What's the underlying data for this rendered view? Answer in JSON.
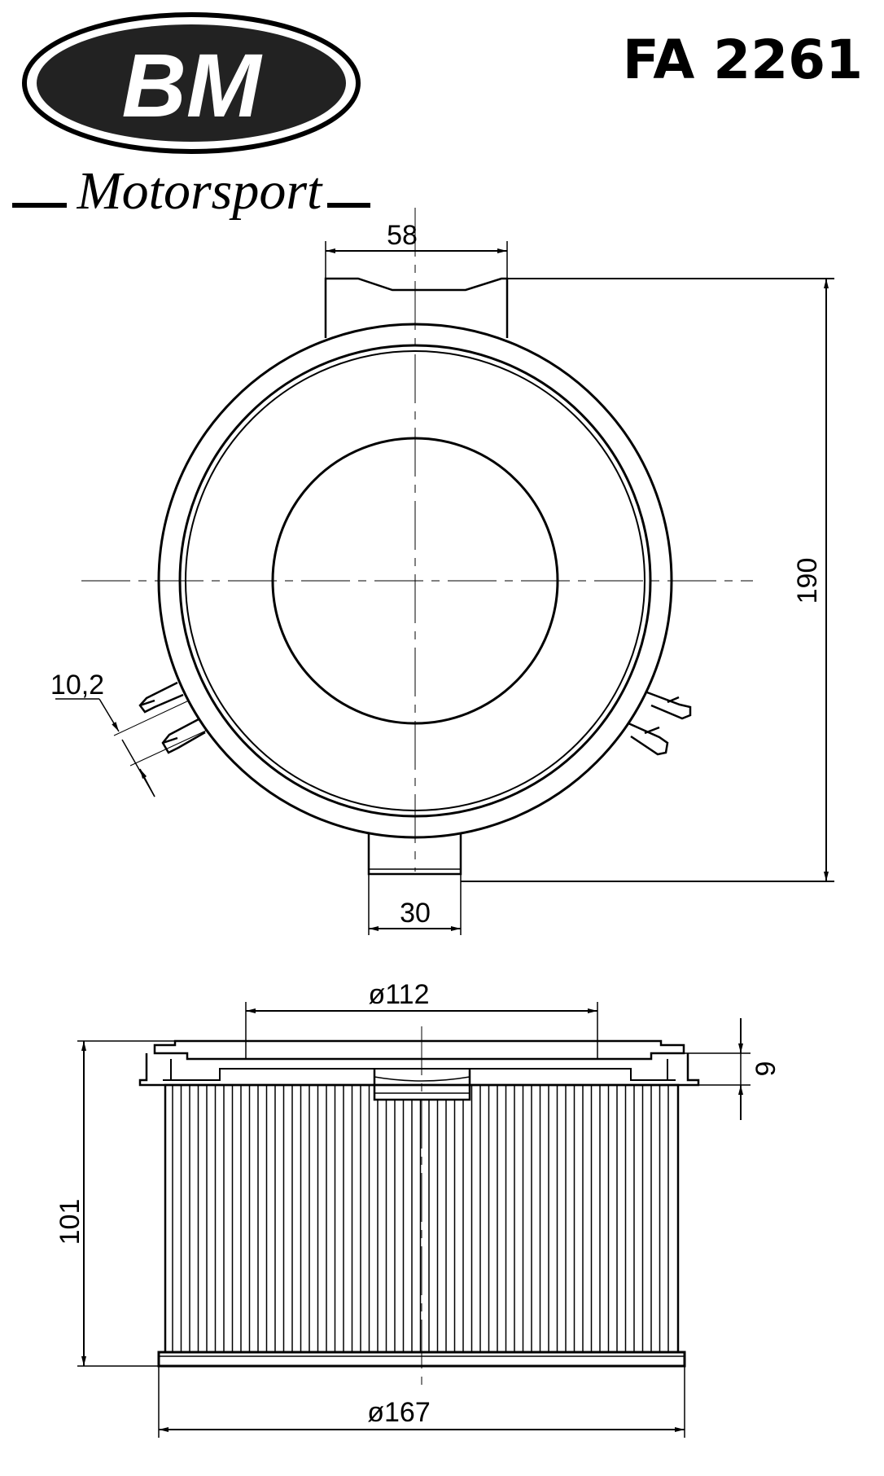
{
  "brand": {
    "logo_text": "BM",
    "tagline": "Motorsport"
  },
  "part_number": "FA 2261",
  "colors": {
    "line": "#000000",
    "background": "#ffffff",
    "logo_fill": "#222222"
  },
  "top_view": {
    "dimensions": {
      "tab_width": "58",
      "overall_height": "190",
      "clip_width": "10,2",
      "bottom_tab_width": "30"
    }
  },
  "side_view": {
    "dimensions": {
      "inner_diameter": "ø112",
      "flange_thickness": "9",
      "height": "101",
      "outer_diameter": "ø167"
    }
  }
}
